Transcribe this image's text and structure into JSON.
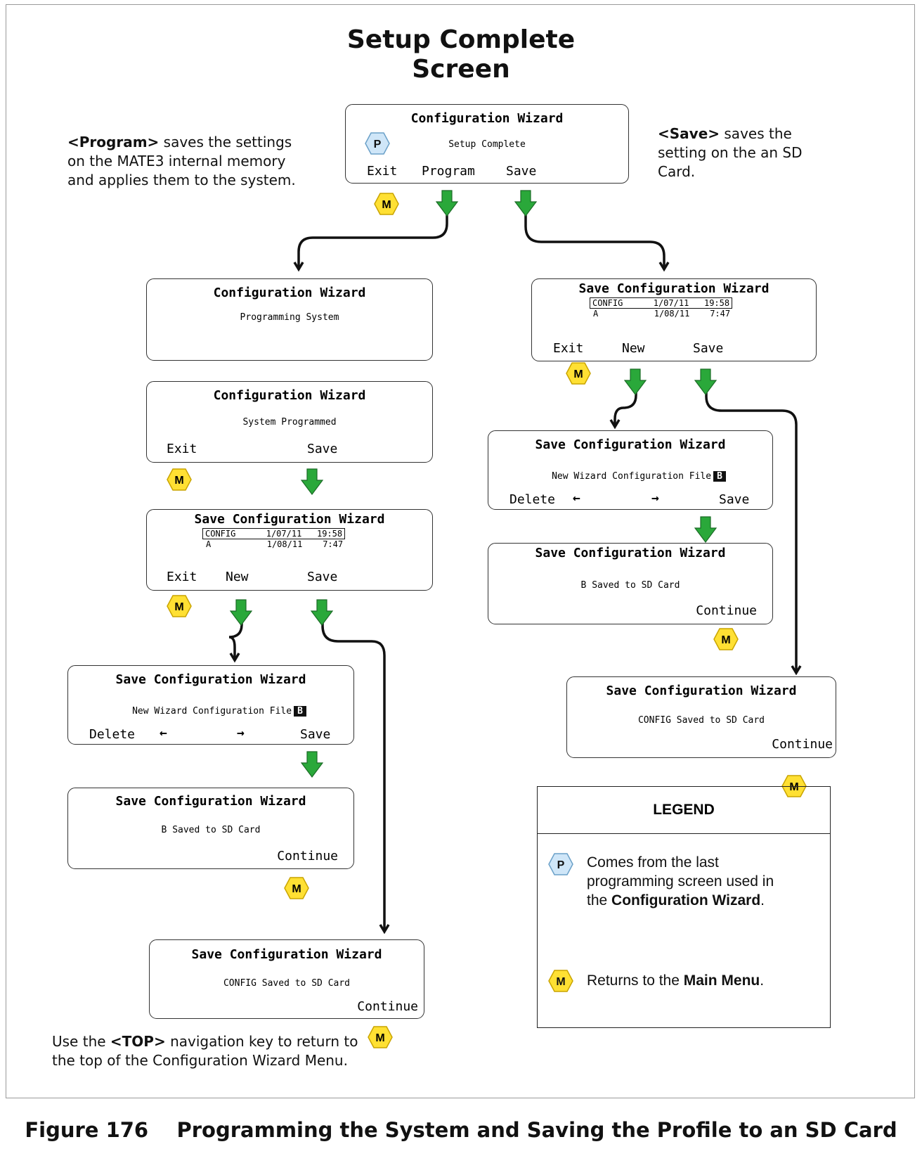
{
  "title": {
    "line1": "Setup Complete",
    "line2": "Screen"
  },
  "notes": {
    "program": {
      "key": "<Program>",
      "text": " saves the settings on the MATE3 internal memory and applies them to the system."
    },
    "save": {
      "key": "<Save>",
      "text": " saves the setting on the an SD Card."
    },
    "top": {
      "pre": "Use the ",
      "key": "<TOP>",
      "text": " navigation key to return to the top of the Configuration Wizard Menu."
    }
  },
  "screens": {
    "setup_complete": {
      "title": "Configuration Wizard",
      "message": "Setup Complete",
      "keys": [
        "Exit",
        "Program",
        "Save"
      ]
    },
    "programming": {
      "title": "Configuration Wizard",
      "message": "Programming System"
    },
    "programmed": {
      "title": "Configuration Wizard",
      "message": "System Programmed",
      "keys": [
        "Exit",
        "Save"
      ]
    },
    "save_wizard": {
      "title": "Save Configuration Wizard",
      "rows": [
        {
          "name": "CONFIG",
          "date": "1/07/11",
          "time": "19:58"
        },
        {
          "name": "A",
          "date": "1/08/11",
          "time": "7:47"
        }
      ],
      "keys": [
        "Exit",
        "New",
        "Save"
      ]
    },
    "new_file": {
      "title": "Save Configuration Wizard",
      "message": "New Wizard Configuration File",
      "file_letter": "B",
      "keys": [
        "Delete",
        "←",
        "→",
        "Save"
      ]
    },
    "b_saved": {
      "title": "Save Configuration Wizard",
      "message": "B Saved to SD Card",
      "key": "Continue"
    },
    "config_saved": {
      "title": "Save Configuration Wizard",
      "message": "CONFIG Saved to SD Card",
      "key": "Continue"
    }
  },
  "badges": {
    "p": "P",
    "m": "M"
  },
  "legend": {
    "heading": "LEGEND",
    "p_text_lines": [
      "Comes from the last",
      "programming screen used in",
      "the "
    ],
    "p_bold": "Configuration Wizard",
    "p_end": ".",
    "m_text": "Returns to the ",
    "m_bold": "Main Menu",
    "m_end": "."
  },
  "caption": {
    "figure": "Figure 176",
    "text": "Programming the System and Saving the Profile to an SD Card"
  },
  "colors": {
    "arrow_green": "#2aa83a",
    "badge_yellow": "#ffe033",
    "badge_blue": "#cfe6f8"
  }
}
